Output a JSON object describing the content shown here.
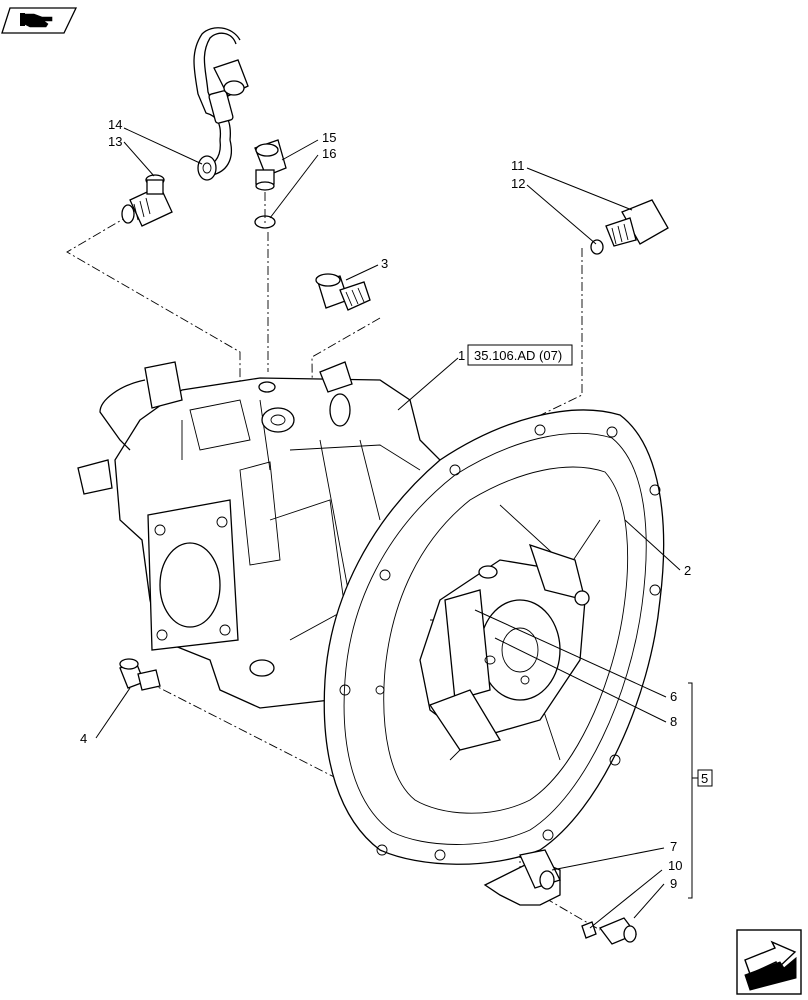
{
  "diagram": {
    "reference_label": "35.106.AD (07)",
    "group_label": "5",
    "callouts": [
      {
        "id": "c1",
        "text": "1"
      },
      {
        "id": "c2",
        "text": "2"
      },
      {
        "id": "c3",
        "text": "3"
      },
      {
        "id": "c4",
        "text": "4"
      },
      {
        "id": "c6",
        "text": "6"
      },
      {
        "id": "c7",
        "text": "7"
      },
      {
        "id": "c8",
        "text": "8"
      },
      {
        "id": "c9",
        "text": "9"
      },
      {
        "id": "c10",
        "text": "10"
      },
      {
        "id": "c11",
        "text": "11"
      },
      {
        "id": "c12",
        "text": "12"
      },
      {
        "id": "c13",
        "text": "13"
      },
      {
        "id": "c14",
        "text": "14"
      },
      {
        "id": "c15",
        "text": "15"
      },
      {
        "id": "c16",
        "text": "16"
      }
    ],
    "icons": {
      "top_left": "hand-pointer-icon",
      "bottom_right": "next-page-arrow-icon"
    }
  }
}
